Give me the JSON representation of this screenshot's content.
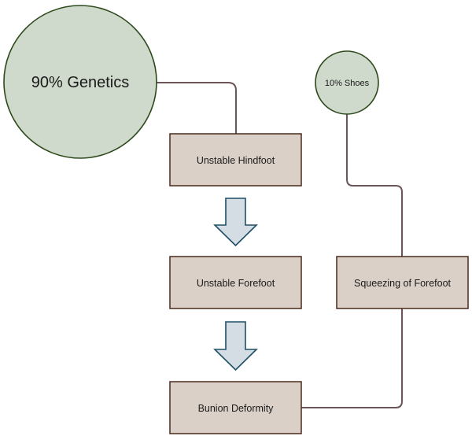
{
  "nodes": {
    "genetics": "90% Genetics",
    "shoes": "10% Shoes",
    "unstable_hindfoot": "Unstable Hindfoot",
    "unstable_forefoot": "Unstable Forefoot",
    "bunion_deformity": "Bunion Deformity",
    "squeezing_forefoot": "Squeezing of Forefoot"
  },
  "colors": {
    "circle_fill": "#cfd9cc",
    "circle_stroke": "#2d4a1c",
    "box_fill": "#dad0c8",
    "box_stroke": "#4a2a1c",
    "connector": "#6b5558",
    "arrow_fill": "#d3dde3",
    "arrow_stroke": "#1f4f66"
  }
}
